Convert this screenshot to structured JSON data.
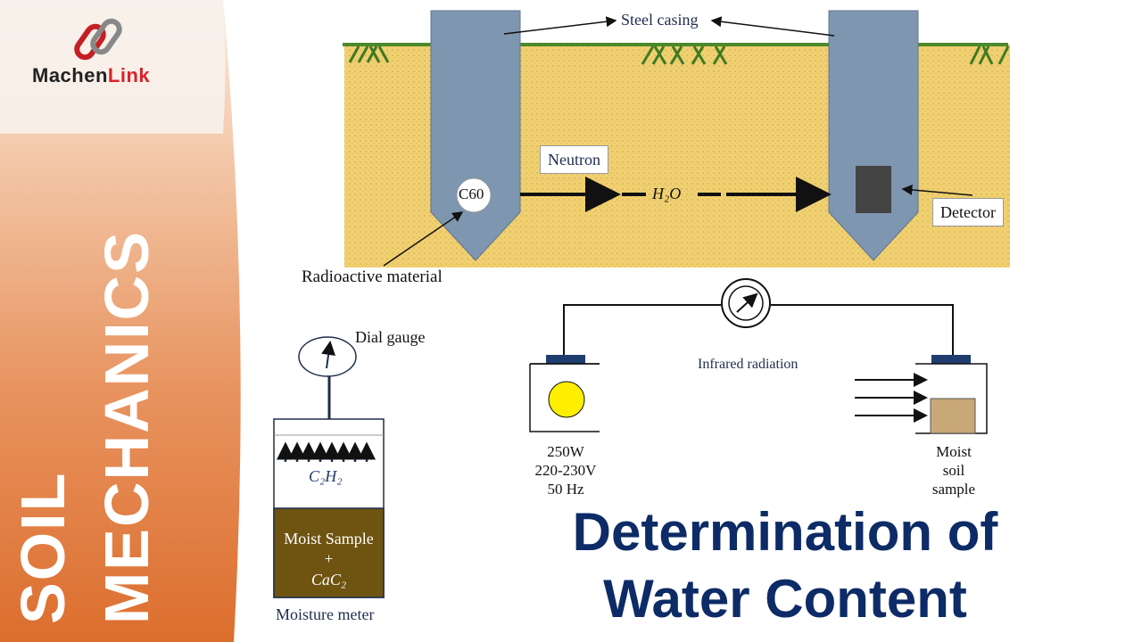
{
  "brand": {
    "name_part1": "Machen",
    "name_part2": "Link"
  },
  "sidebar": {
    "word1": "SOIL",
    "word2": "MECHANICS"
  },
  "neutron_diagram": {
    "steel_casing": "Steel casing",
    "neutron": "Neutron",
    "source": "C60",
    "water": "H₂O",
    "detector": "Detector",
    "radioactive": "Radioactive material"
  },
  "moisture_meter": {
    "dial_gauge": "Dial gauge",
    "gas": "C₂H₂",
    "sample_line1": "Moist Sample",
    "sample_line2": "+",
    "sample_line3": "CaC₂",
    "caption": "Moisture meter"
  },
  "infrared": {
    "label": "Infrared radiation",
    "lamp_line1": "250W",
    "lamp_line2": "220-230V",
    "lamp_line3": "50 Hz",
    "sample_line1": "Moist",
    "sample_line2": "soil",
    "sample_line3": "sample"
  },
  "title": {
    "line1": "Determination of",
    "line2": "Water Content"
  },
  "colors": {
    "soil": "#f0d070",
    "casing": "#7f96b0",
    "title": "#0d2b66",
    "accent": "#e07a2a",
    "sample_fill": "#6e5410"
  }
}
